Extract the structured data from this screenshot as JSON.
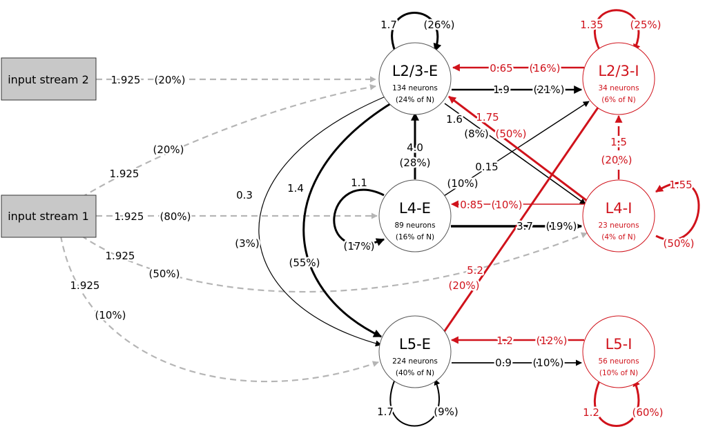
{
  "colors": {
    "excitatory": "#000000",
    "inhibitory": "#d0121b",
    "input": "#b5b5b5",
    "input_box_fill": "#c8c8c8"
  },
  "inputs": {
    "stream2": "input stream 2",
    "stream1": "input stream 1"
  },
  "nodes": {
    "l23e": {
      "title": "L2/3-E",
      "neurons": "134 neurons",
      "share": "(24% of N)"
    },
    "l4e": {
      "title": "L4-E",
      "neurons": "89 neurons",
      "share": "(16% of N)"
    },
    "l5e": {
      "title": "L5-E",
      "neurons": "224 neurons",
      "share": "(40% of N)"
    },
    "l23i": {
      "title": "L2/3-I",
      "neurons": "34 neurons",
      "share": "(6% of N)"
    },
    "l4i": {
      "title": "L4-I",
      "neurons": "23 neurons",
      "share": "(4% of N)"
    },
    "l5i": {
      "title": "L5-I",
      "neurons": "56 neurons",
      "share": "(10% of N)"
    }
  },
  "edges": {
    "in2_l23e": {
      "w": "1.925",
      "p": "(20%)"
    },
    "in1_l23e": {
      "w": "1.925",
      "p": "(20%)"
    },
    "in1_l4e": {
      "w": "1.925",
      "p": "(80%)"
    },
    "in1_l4i": {
      "w": "1.925",
      "p": "(50%)"
    },
    "in1_l5e": {
      "w": "1.925",
      "p": "(10%)"
    },
    "l23e_self": {
      "w": "1.7",
      "p": "(26%)"
    },
    "l23i_self": {
      "w": "1.35",
      "p": "(25%)"
    },
    "l4e_self": {
      "w": "1.1",
      "p": "(17%)"
    },
    "l4i_self": {
      "w": "1.55",
      "p": "(50%)"
    },
    "l5e_self": {
      "w": "1.7",
      "p": "(9%)"
    },
    "l5i_self": {
      "w": "1.2",
      "p": "(60%)"
    },
    "l23i_l23e": {
      "w": "0.65",
      "p": "(16%)"
    },
    "l23e_l23i": {
      "w": "1.9",
      "p": "(21%)"
    },
    "l4i_l23e": {
      "w": "1.75",
      "p": "(50%)"
    },
    "l23e_l4i": {
      "w": "1.6",
      "p": "(8%)"
    },
    "l4e_l23e": {
      "w": "4.0",
      "p": "(28%)"
    },
    "l4e_l23i": {
      "w": "0.15",
      "p": "(10%)"
    },
    "l4i_l23i": {
      "w": "1.5",
      "p": "(20%)"
    },
    "l4i_l4e": {
      "w": "0.85",
      "p": "(10%)"
    },
    "l4e_l4i": {
      "w": "3.7",
      "p": "(19%)"
    },
    "l23e_l5e_a": {
      "w": "0.3",
      "p": "(3%)"
    },
    "l23e_l5e_b": {
      "w": "1.4",
      "p": "(55%)"
    },
    "l23i_l5e": {
      "w": "5.2",
      "p": "(20%)"
    },
    "l5i_l5e": {
      "w": "1.2",
      "p": "(12%)"
    },
    "l5e_l5i": {
      "w": "0.9",
      "p": "(10%)"
    }
  }
}
